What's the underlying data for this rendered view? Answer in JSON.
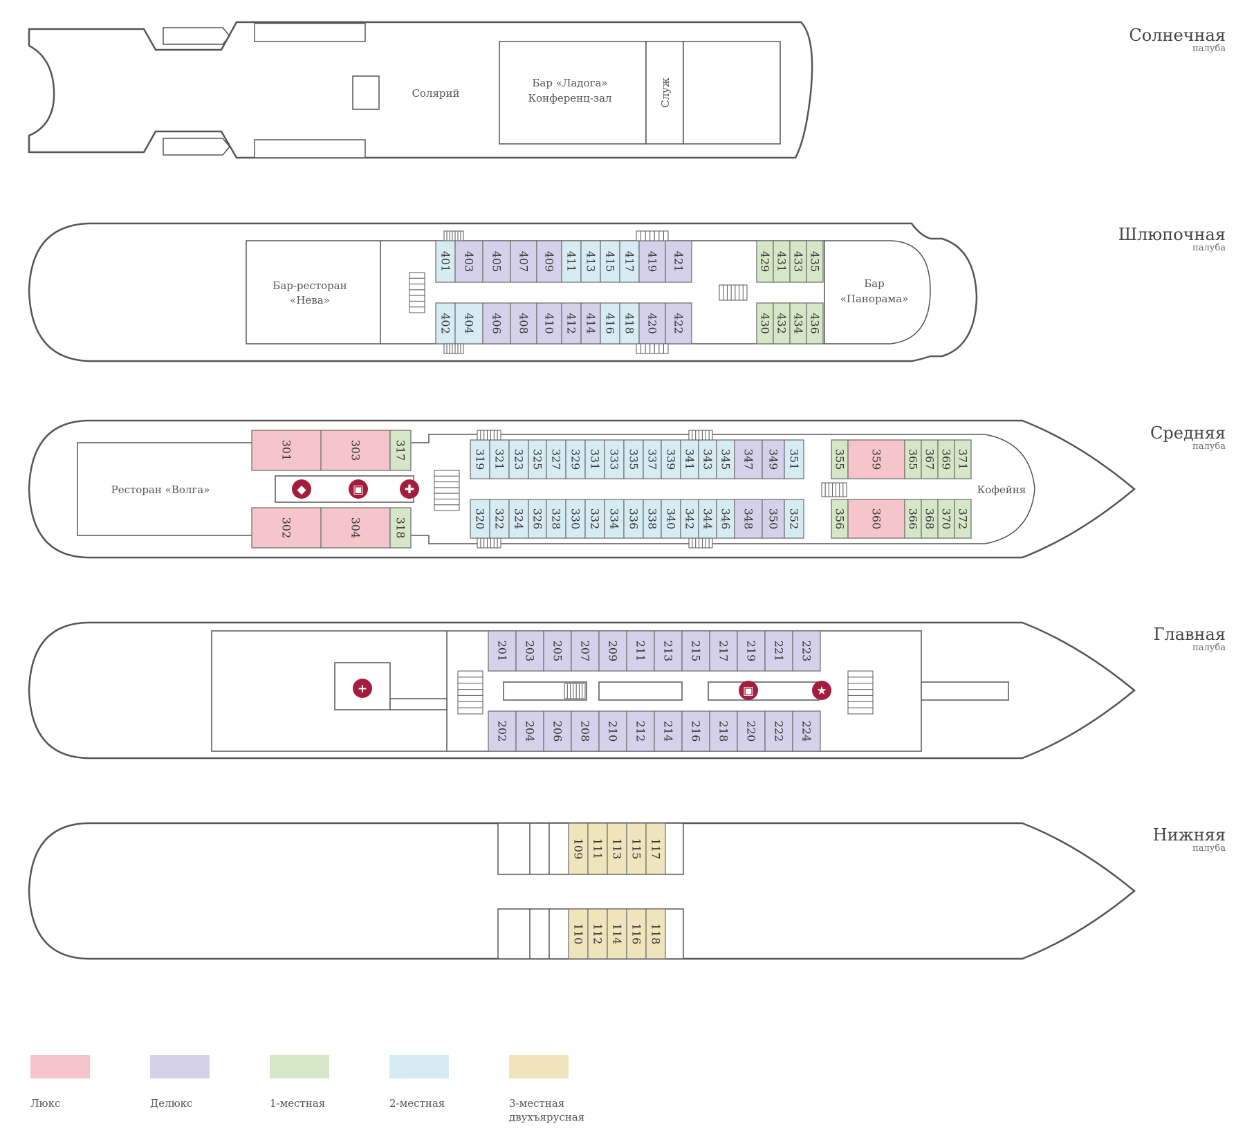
{
  "colors": {
    "lux": "#f6c5cc",
    "deluxe": "#d6d1ea",
    "single": "#d5e7c7",
    "double": "#d6ecf2",
    "triple": "#efe4bb",
    "icon": "#a51d3c"
  },
  "decks": {
    "sun": {
      "name": "Солнечная",
      "sub": "палуба"
    },
    "boat": {
      "name": "Шлюпочная",
      "sub": "палуба"
    },
    "mid": {
      "name": "Средняя",
      "sub": "палуба"
    },
    "main": {
      "name": "Главная",
      "sub": "палуба"
    },
    "lower": {
      "name": "Нижняя",
      "sub": "палуба"
    }
  },
  "rooms": {
    "solarium": "Солярий",
    "bar_ladoga_1": "Бар «Ладога»",
    "bar_ladoga_2": "Конференц-зал",
    "service": "Служ",
    "bar_neva_1": "Бар-ресторан",
    "bar_neva_2": "«Нева»",
    "bar_panorama_1": "Бар",
    "bar_panorama_2": "«Панорама»",
    "restaurant_volga": "Ресторан «Волга»",
    "cafe": "Кофейня"
  },
  "cabins": {
    "boat": {
      "top": [
        {
          "n": "401",
          "t": "double"
        },
        {
          "n": "403",
          "t": "deluxe"
        },
        {
          "n": "405",
          "t": "deluxe"
        },
        {
          "n": "407",
          "t": "deluxe"
        },
        {
          "n": "409",
          "t": "deluxe"
        },
        {
          "n": "411",
          "t": "double"
        },
        {
          "n": "413",
          "t": "double"
        },
        {
          "n": "415",
          "t": "double"
        },
        {
          "n": "417",
          "t": "double"
        },
        {
          "n": "419",
          "t": "deluxe"
        },
        {
          "n": "421",
          "t": "deluxe"
        }
      ],
      "bottom": [
        {
          "n": "402",
          "t": "double"
        },
        {
          "n": "404",
          "t": "double"
        },
        {
          "n": "406",
          "t": "deluxe"
        },
        {
          "n": "408",
          "t": "deluxe"
        },
        {
          "n": "410",
          "t": "deluxe"
        },
        {
          "n": "412",
          "t": "deluxe"
        },
        {
          "n": "414",
          "t": "deluxe"
        },
        {
          "n": "416",
          "t": "double"
        },
        {
          "n": "418",
          "t": "double"
        },
        {
          "n": "420",
          "t": "deluxe"
        },
        {
          "n": "422",
          "t": "deluxe"
        }
      ],
      "fore_top": [
        "429",
        "431",
        "433",
        "435"
      ],
      "fore_bottom": [
        "430",
        "432",
        "434",
        "436"
      ]
    },
    "mid": {
      "lux_top": [
        "301",
        "303"
      ],
      "lux_bottom": [
        "302",
        "304"
      ],
      "single_aft_top": "317",
      "single_aft_bottom": "318",
      "top": [
        {
          "n": "319",
          "t": "double"
        },
        {
          "n": "321",
          "t": "double"
        },
        {
          "n": "323",
          "t": "double"
        },
        {
          "n": "325",
          "t": "double"
        },
        {
          "n": "327",
          "t": "double"
        },
        {
          "n": "329",
          "t": "double"
        },
        {
          "n": "331",
          "t": "double"
        },
        {
          "n": "333",
          "t": "double"
        },
        {
          "n": "335",
          "t": "double"
        },
        {
          "n": "337",
          "t": "double"
        },
        {
          "n": "339",
          "t": "double"
        },
        {
          "n": "341",
          "t": "double"
        },
        {
          "n": "343",
          "t": "double"
        },
        {
          "n": "345",
          "t": "double"
        },
        {
          "n": "347",
          "t": "deluxe"
        },
        {
          "n": "349",
          "t": "deluxe"
        },
        {
          "n": "351",
          "t": "double"
        }
      ],
      "bottom": [
        {
          "n": "320",
          "t": "double"
        },
        {
          "n": "322",
          "t": "double"
        },
        {
          "n": "324",
          "t": "double"
        },
        {
          "n": "326",
          "t": "double"
        },
        {
          "n": "328",
          "t": "double"
        },
        {
          "n": "330",
          "t": "double"
        },
        {
          "n": "332",
          "t": "double"
        },
        {
          "n": "334",
          "t": "double"
        },
        {
          "n": "336",
          "t": "double"
        },
        {
          "n": "338",
          "t": "double"
        },
        {
          "n": "340",
          "t": "double"
        },
        {
          "n": "342",
          "t": "double"
        },
        {
          "n": "344",
          "t": "double"
        },
        {
          "n": "346",
          "t": "double"
        },
        {
          "n": "348",
          "t": "deluxe"
        },
        {
          "n": "350",
          "t": "deluxe"
        },
        {
          "n": "352",
          "t": "double"
        }
      ],
      "single_fwd_top": "355",
      "single_fwd_bottom": "356",
      "lux_fwd_top": "359",
      "lux_fwd_bottom": "360",
      "fore_top": [
        "365",
        "367",
        "369",
        "371"
      ],
      "fore_bottom": [
        "366",
        "368",
        "370",
        "372"
      ]
    },
    "main": {
      "top": [
        "201",
        "203",
        "205",
        "207",
        "209",
        "211",
        "213",
        "215",
        "217",
        "219",
        "221",
        "223"
      ],
      "bottom": [
        "202",
        "204",
        "206",
        "208",
        "210",
        "212",
        "214",
        "216",
        "218",
        "220",
        "222",
        "224"
      ]
    },
    "lower": {
      "top": [
        "109",
        "111",
        "113",
        "115",
        "117"
      ],
      "bottom": [
        "110",
        "112",
        "114",
        "116",
        "118"
      ]
    }
  },
  "icons": [
    "medical-cross-icon",
    "shop-bag-icon",
    "star-icon",
    "souvenir-icon",
    "gift-icon"
  ],
  "legend": [
    {
      "key": "lux",
      "label": "Люкс",
      "label2": ""
    },
    {
      "key": "deluxe",
      "label": "Делюкс",
      "label2": ""
    },
    {
      "key": "single",
      "label": "1-местная",
      "label2": ""
    },
    {
      "key": "double",
      "label": "2-местная",
      "label2": ""
    },
    {
      "key": "triple",
      "label": "3-местная",
      "label2": "двухъярусная"
    }
  ]
}
